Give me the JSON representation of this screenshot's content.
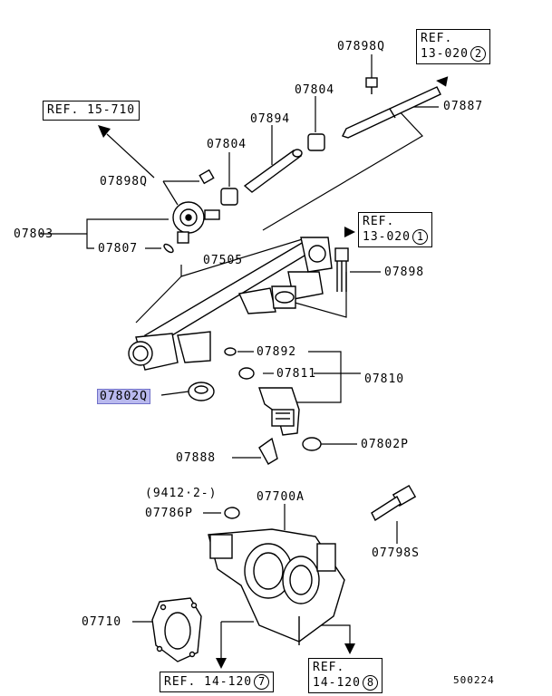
{
  "refs": {
    "r13_020_2": {
      "text": "REF.",
      "line2": "13-020",
      "num": "2"
    },
    "r15_710": {
      "text": "REF. 15-710"
    },
    "r13_020_1": {
      "text": "REF.",
      "line2": "13-020",
      "num": "1"
    },
    "r14_120_7": {
      "text": "REF. 14-120",
      "num": "7"
    },
    "r14_120_8": {
      "text": "REF.",
      "line2": "14-120",
      "num": "8"
    }
  },
  "parts": {
    "p07898Q_top": "07898Q",
    "p07804_top": "07804",
    "p07887": "07887",
    "p07894": "07894",
    "p07804_left": "07804",
    "p07898Q_left": "07898Q",
    "p07803": "07803",
    "p07807": "07807",
    "p07505": "07505",
    "p07898": "07898",
    "p07892": "07892",
    "p07811": "07811",
    "p07810": "07810",
    "p07802Q": "07802Q",
    "p07802P": "07802P",
    "p07888": "07888",
    "p9412": "(9412·2-)",
    "p07700A": "07700A",
    "p07786P": "07786P",
    "p07798S": "07798S",
    "p07710": "07710"
  },
  "diagram_id": "500224",
  "highlight_color": "#b9b9ee"
}
